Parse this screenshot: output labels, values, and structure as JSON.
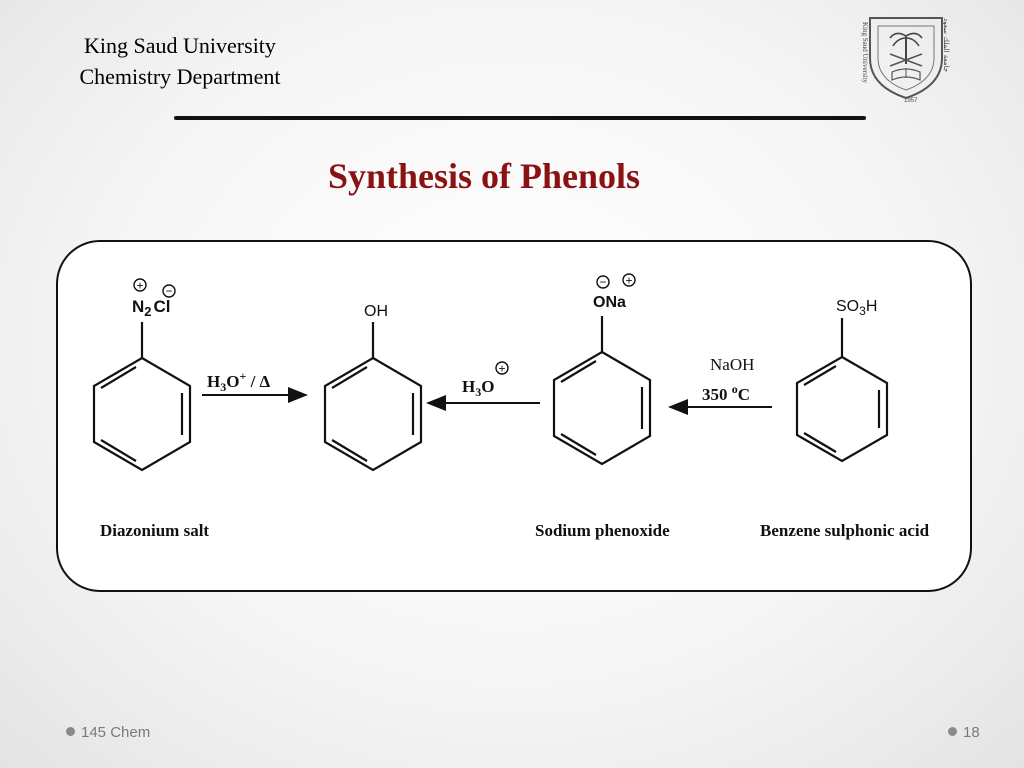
{
  "header": {
    "university": "King Saud University",
    "department": "Chemistry Department"
  },
  "logo": {
    "name": "king-saud-university-seal",
    "text_left": "King Saud University",
    "year": "1957"
  },
  "slide": {
    "title": "Synthesis of Phenols"
  },
  "scheme": {
    "diazonium": {
      "group": [
        "N",
        "2",
        "Cl"
      ],
      "plus": "+",
      "minus": "−",
      "label": "Diazonium salt"
    },
    "arrow1": {
      "reagent": [
        "H",
        "3",
        "O",
        "+",
        " / Δ"
      ]
    },
    "phenol": {
      "group": "OH"
    },
    "arrow2": {
      "reagent": [
        "H",
        "3",
        "O"
      ],
      "plus": "+"
    },
    "phenoxide": {
      "group": "ONa",
      "minus": "−",
      "plus": "+",
      "label": "Sodium phenoxide"
    },
    "arrow3": {
      "reagent_top": "NaOH",
      "reagent_bottom": [
        "350 ",
        "o",
        "C"
      ]
    },
    "sulphonic": {
      "group": [
        "SO",
        "3",
        "H"
      ],
      "label": "Benzene sulphonic acid"
    }
  },
  "footer": {
    "course": "145 Chem",
    "page": "18"
  }
}
